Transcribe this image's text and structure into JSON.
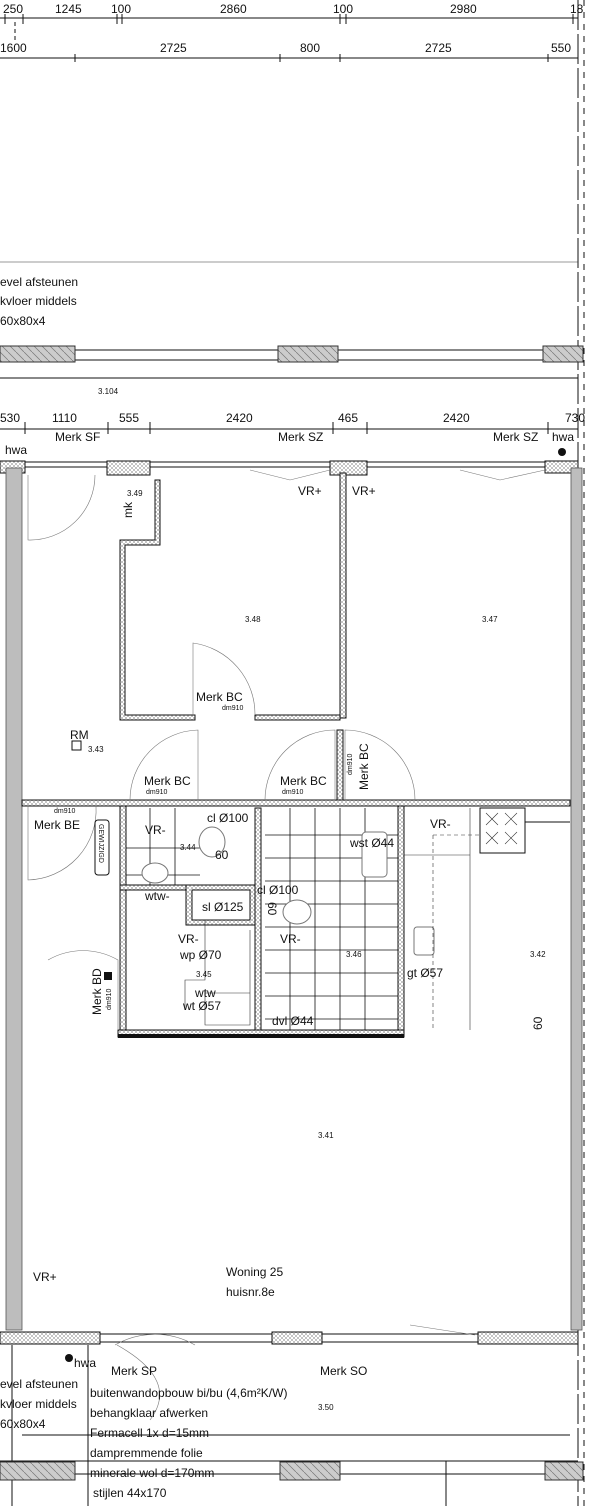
{
  "top_dims_1": [
    "250",
    "1245",
    "100",
    "2860",
    "100",
    "2980",
    "18"
  ],
  "top_dims_2": [
    "1600",
    "2725",
    "800",
    "2725",
    "550"
  ],
  "notes_top": [
    "evel afsteunen",
    "kvloer middels",
    "60x80x4"
  ],
  "floor_level": "3.104",
  "facade_dims": [
    "530",
    "1110",
    "555",
    "2420",
    "465",
    "2420",
    "730"
  ],
  "labels": {
    "merk_sf": "Merk SF",
    "merk_sz_1": "Merk SZ",
    "merk_sz_2": "Merk SZ",
    "hwa": "hwa",
    "mk": "mk",
    "merk_bc": "Merk BC",
    "dm910": "dm910",
    "rm": "RM",
    "merk_be": "Merk BE",
    "gewijzigd": "GEWIJZIGD",
    "merk_bd": "Merk BD",
    "vr_plus": "VR+",
    "vr_minus": "VR-",
    "cl100": "cl Ø100",
    "sixty": "60",
    "wst44": "wst Ø44",
    "wtw": "wtw-",
    "sl125": "sl Ø125",
    "wp70": "wp Ø70",
    "wtw2": "wtw",
    "wt57": "wt Ø57",
    "dvl44": "dvl Ø44",
    "gt57": "gt Ø57",
    "woning": "Woning 25",
    "huisnr": "huisnr.8e",
    "merk_sp": "Merk SP",
    "merk_so": "Merk SO"
  },
  "rooms": {
    "r349": "3.49",
    "r348": "3.48",
    "r347": "3.47",
    "r343": "3.43",
    "r344": "3.44",
    "r345": "3.45",
    "r346": "3.46",
    "r342": "3.42",
    "r341": "3.41",
    "r350": "3.50"
  },
  "wall_build_up": [
    "buitenwandopbouw bi/bu (4,6m²K/W)",
    "behangklaar afwerken",
    "Fermacell 1x d=15mm",
    "dampremmende folie",
    "minerale wol d=170mm",
    "stijlen 44x170"
  ]
}
